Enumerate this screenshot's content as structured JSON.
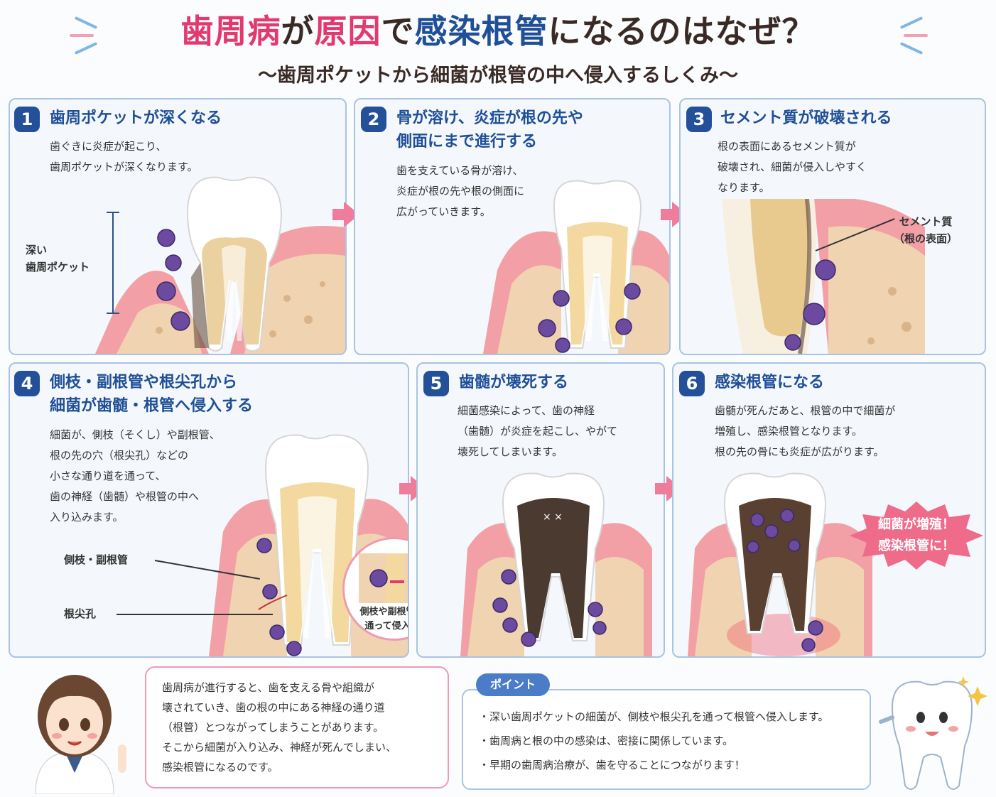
{
  "title": {
    "part1": "歯周病",
    "part2": "が",
    "part3": "原因",
    "part4": "で",
    "part5": "感染根管",
    "part6": "になるのはなぜ？"
  },
  "subtitle": "～歯周ポケットから細菌が根管の中へ侵入するしくみ～",
  "colors": {
    "pink": "#e23a6e",
    "blue": "#1f4f96",
    "panel_border": "#a9c3e3",
    "arrow": "#ef7c9b",
    "gum": "#f2a0a6",
    "bone": "#f0d3b0",
    "bacteria": "#6b4aa0"
  },
  "panels": [
    {
      "num": "1",
      "title": "歯周ポケットが深くなる",
      "text": [
        "歯ぐきに炎症が起こり、",
        "歯周ポケットが深くなります。"
      ],
      "labels": [
        "深い",
        "歯周ポケット"
      ]
    },
    {
      "num": "2",
      "title_lines": [
        "骨が溶け、炎症が根の先や",
        "側面にまで進行する"
      ],
      "text": [
        "歯を支えている骨が溶け、",
        "炎症が根の先や根の側面に",
        "広がっていきます。"
      ]
    },
    {
      "num": "3",
      "title": "セメント質が破壊される",
      "text": [
        "根の表面にあるセメント質が",
        "破壊され、細菌が侵入しやすく",
        "なります。"
      ],
      "labels": [
        "セメント質",
        "（根の表面）"
      ]
    },
    {
      "num": "4",
      "title_lines": [
        "側枝・副根管や根尖孔から",
        "細菌が歯髄・根管へ侵入する"
      ],
      "text": [
        "細菌が、側枝（そくし）や副根管、",
        "根の先の穴（根尖孔）などの",
        "小さな通り道を通って、",
        "歯の神経（歯髄）や根管の中へ",
        "入り込みます。"
      ],
      "labels": [
        "側枝・副根管",
        "根尖孔"
      ],
      "inset": [
        "側枝や副根管を",
        "通って侵入！"
      ]
    },
    {
      "num": "5",
      "title": "歯髄が壊死する",
      "text": [
        "細菌感染によって、歯の神経",
        "（歯髄）が炎症を起こし、やがて",
        "壊死してしまいます。"
      ]
    },
    {
      "num": "6",
      "title": "感染根管になる",
      "text": [
        "歯髄が死んだあと、根管の中で細菌が",
        "増殖し、感染根管となります。",
        "根の先の骨にも炎症が広がります。"
      ],
      "burst": [
        "細菌が増殖！",
        "感染根管に！"
      ]
    }
  ],
  "speech": [
    "歯周病が進行すると、歯を支える骨や組織が",
    "壊されていき、歯の根の中にある神経の通り道",
    "（根管）とつながってしまうことがあります。",
    "そこから細菌が入り込み、神経が死んでしまい、",
    "感染根管になるのです。"
  ],
  "point": {
    "tag": "ポイント",
    "items": [
      "・深い歯周ポケットの細菌が、側枝や根尖孔を通って根管へ侵入します。",
      "・歯周病と根の中の感染は、密接に関係しています。",
      "・早期の歯周病治療が、歯を守ることにつながります！"
    ]
  }
}
